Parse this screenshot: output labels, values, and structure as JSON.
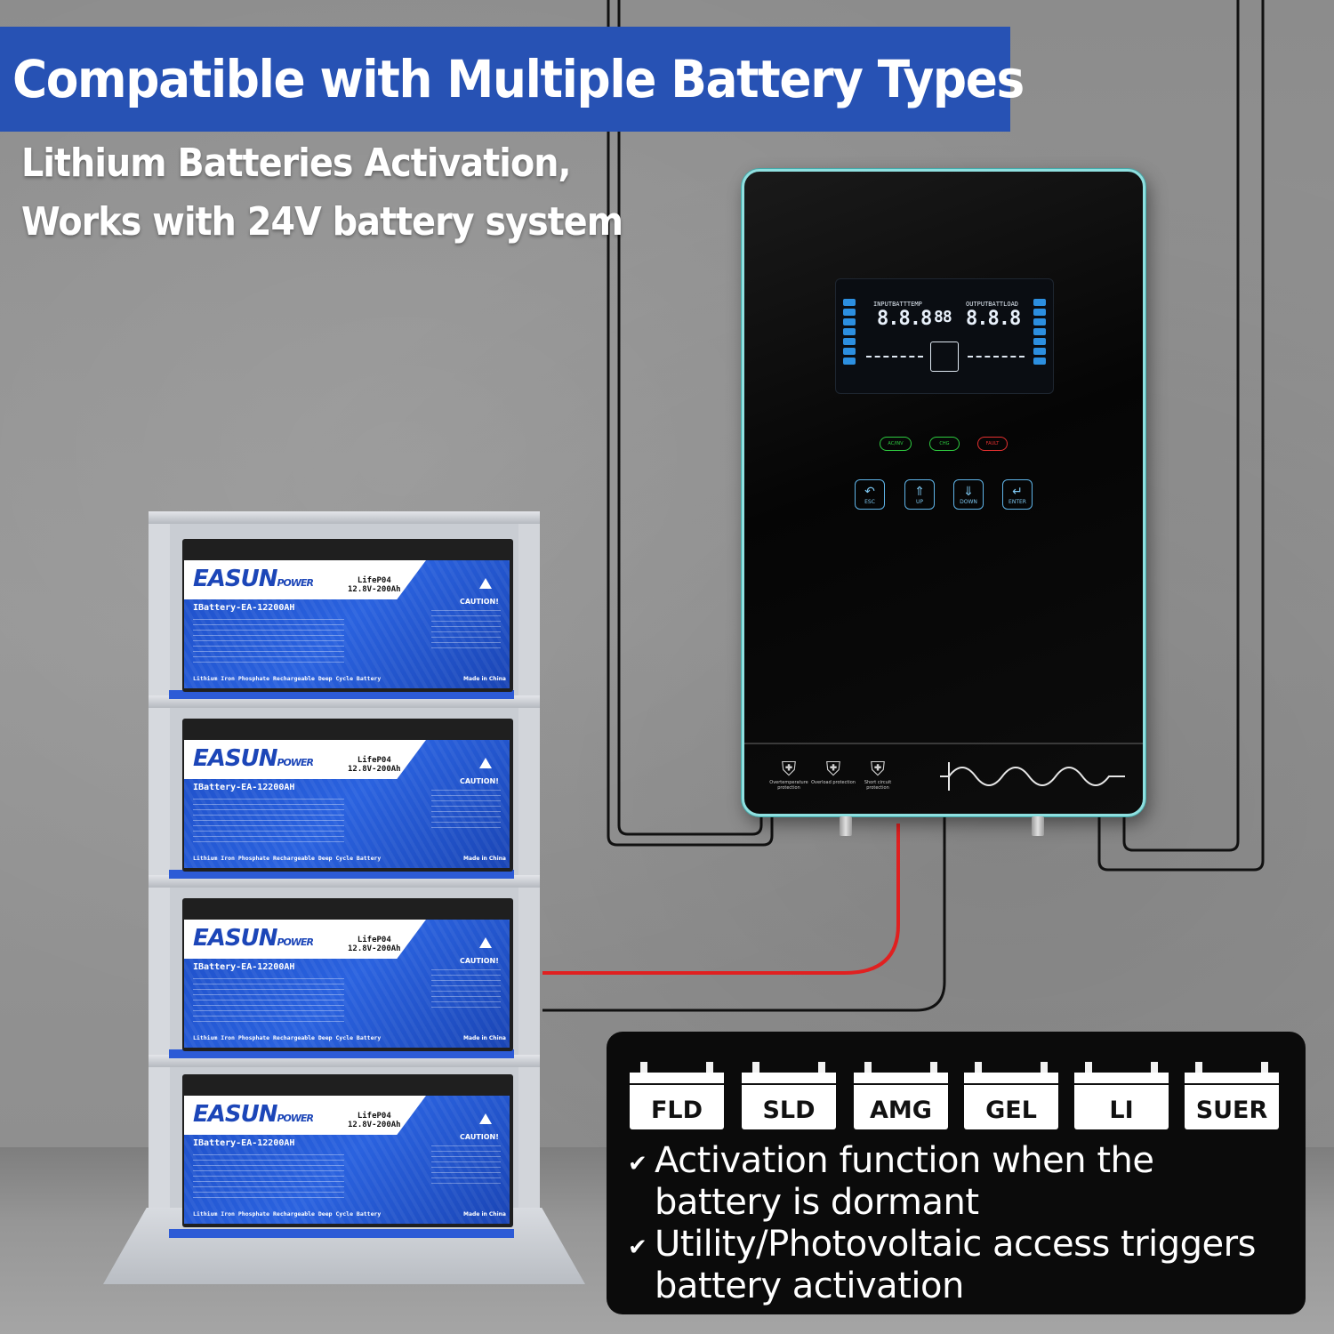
{
  "header": {
    "title": "Compatible with Multiple Battery Types",
    "subtitle_line1": "Lithium Batteries Activation,",
    "subtitle_line2": "Works with 24V battery system"
  },
  "inverter": {
    "lcd": {
      "left_label": "INPUTBATTTEMP",
      "right_label": "OUTPUTBATTLOAD",
      "left_digits": "8.8.8",
      "center_digits": "88",
      "right_digits": "8.8.8"
    },
    "leds": [
      {
        "label": "AC/INV",
        "color": "#2ecc40"
      },
      {
        "label": "CHG",
        "color": "#2ecc40"
      },
      {
        "label": "FAULT",
        "color": "#e53030"
      }
    ],
    "buttons": [
      {
        "glyph": "↶",
        "label": "ESC"
      },
      {
        "glyph": "⇑",
        "label": "UP"
      },
      {
        "glyph": "⇓",
        "label": "DOWN"
      },
      {
        "glyph": "↵",
        "label": "ENTER"
      }
    ],
    "protections": [
      {
        "icon": "thermometer-shield-icon",
        "label": "Overtemperature protection"
      },
      {
        "icon": "gauge-shield-icon",
        "label": "Overload protection"
      },
      {
        "icon": "bolt-shield-icon",
        "label": "Short circuit protection"
      }
    ]
  },
  "battery": {
    "brand": "EASUN",
    "brand_sub": "POWER",
    "chemistry": "LifeP04",
    "rating": "12.8V-200Ah",
    "model": "IBattery-EA-12200AH",
    "caution": "CAUTION!",
    "footer": "Lithium Iron Phosphate Rechargeable Deep Cycle Battery",
    "made": "Made in China",
    "count": 4
  },
  "battery_types": [
    "FLD",
    "SLD",
    "AMG",
    "GEL",
    "LI",
    "SUER"
  ],
  "features": [
    {
      "check": "✔",
      "line1": "Activation function when the",
      "line2": "battery is dormant"
    },
    {
      "check": "✔",
      "line1": "Utility/Photovoltaic access triggers",
      "line2": "battery activation"
    }
  ],
  "colors": {
    "banner_blue": "#2752b4",
    "battery_blue": "#1e4fc8",
    "inverter_rim": "#8fe0e0",
    "cable_red": "#e02020",
    "panel_black": "#0b0b0b"
  }
}
